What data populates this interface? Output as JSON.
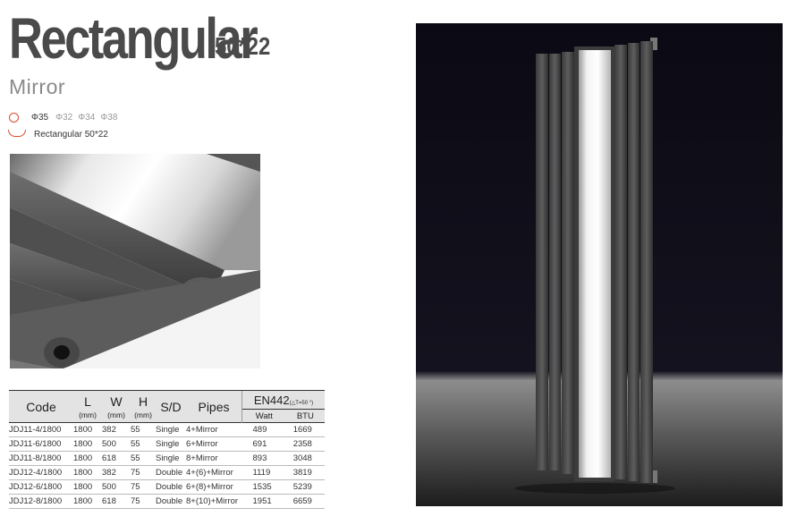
{
  "header": {
    "title": "Rectangular",
    "size": "50*22",
    "subtitle": "Mirror"
  },
  "pipe_options": {
    "selected": "Φ35",
    "others": [
      "Φ32",
      "Φ34",
      "Φ38"
    ]
  },
  "profile": {
    "label": "Rectangular 50*22"
  },
  "colors": {
    "title": "#4a4a4a",
    "accent_icon": "#d84a2a",
    "header_bg": "#e3e3e3",
    "product_bg": "#0e0c18"
  },
  "table": {
    "headers": {
      "code": "Code",
      "l": "L",
      "w": "W",
      "h": "H",
      "unit": "(mm)",
      "sd": "S/D",
      "pipes": "Pipes",
      "en": "EN442",
      "en_note": "(△T=50 °)",
      "watt": "Watt",
      "btu": "BTU"
    },
    "rows": [
      {
        "code": "JDJ11-4/1800",
        "l": "1800",
        "w": "382",
        "h": "55",
        "sd": "Single",
        "pipes": "4+Mirror",
        "watt": "489",
        "btu": "1669"
      },
      {
        "code": "JDJ11-6/1800",
        "l": "1800",
        "w": "500",
        "h": "55",
        "sd": "Single",
        "pipes": "6+Mirror",
        "watt": "691",
        "btu": "2358"
      },
      {
        "code": "JDJ11-8/1800",
        "l": "1800",
        "w": "618",
        "h": "55",
        "sd": "Single",
        "pipes": "8+Mirror",
        "watt": "893",
        "btu": "3048"
      },
      {
        "code": "JDJ12-4/1800",
        "l": "1800",
        "w": "382",
        "h": "75",
        "sd": "Double",
        "pipes": "4+(6)+Mirror",
        "watt": "1119",
        "btu": "3819"
      },
      {
        "code": "JDJ12-6/1800",
        "l": "1800",
        "w": "500",
        "h": "75",
        "sd": "Double",
        "pipes": "6+(8)+Mirror",
        "watt": "1535",
        "btu": "5239"
      },
      {
        "code": "JDJ12-8/1800",
        "l": "1800",
        "w": "618",
        "h": "75",
        "sd": "Double",
        "pipes": "8+(10)+Mirror",
        "watt": "1951",
        "btu": "6659"
      }
    ]
  }
}
